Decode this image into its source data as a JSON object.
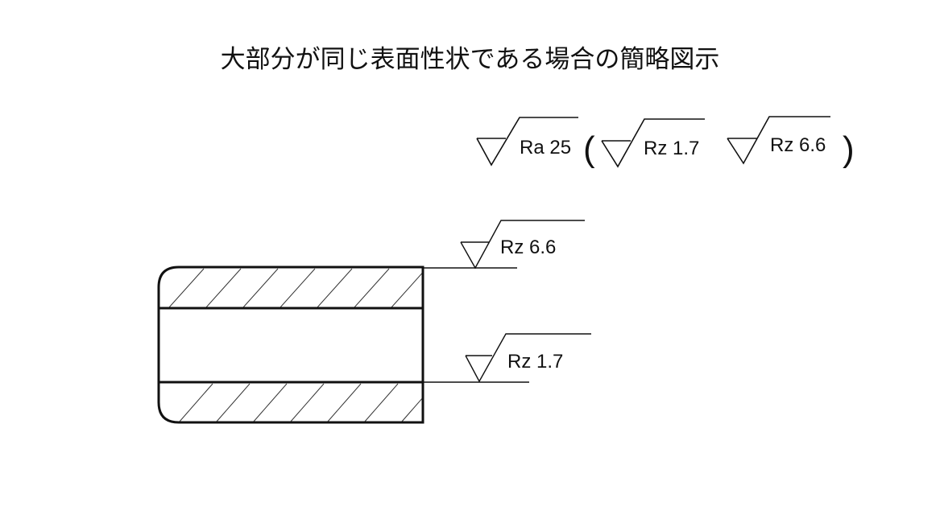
{
  "title": "大部分が同じ表面性状である場合の簡略図示",
  "legend": {
    "general": "Ra 25",
    "open_paren": "(",
    "exceptions": [
      "Rz 1.7",
      "Rz 6.6"
    ],
    "close_paren": ")"
  },
  "callouts": {
    "outer_surface": "Rz 6.6",
    "bore_surface": "Rz 1.7"
  }
}
